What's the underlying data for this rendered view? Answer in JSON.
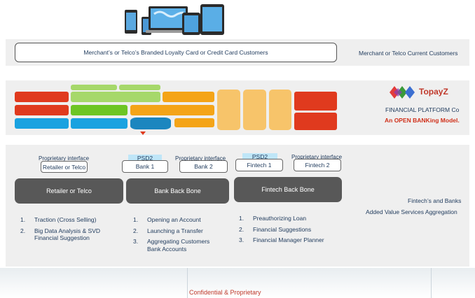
{
  "top_row": {
    "cardholders_label": "Merchant’s or Telco’s Branded Loyalty Card or Credit Card Customers",
    "current_customers_label": "Merchant or Telco Current Customers"
  },
  "platform": {
    "brand_name": "TopayZ",
    "title": "FINANCIAL PLATFORM Co",
    "subtitle": "An OPEN BANKing Model."
  },
  "interfaces": {
    "retailer": {
      "tag": "Proprietary interface",
      "box": "Retailer or Telco"
    },
    "bank1": {
      "tag": "PSD2",
      "box": "Bank 1"
    },
    "bank2": {
      "tag": "Proprietary interface",
      "box": "Bank 2"
    },
    "fintech1": {
      "tag": "PSD2",
      "box": "Fintech 1"
    },
    "fintech2": {
      "tag": "Proprietary interface",
      "box": "Fintech 2"
    }
  },
  "backbones": {
    "retailer": "Retailer or Telco",
    "bank": "Bank Back Bone",
    "fintech": "Fintech Back Bone"
  },
  "side_notes": {
    "line1": "Fintech’s and Banks",
    "line2": "Added Value Services Aggregation"
  },
  "lists": {
    "retailer": [
      {
        "num": "1.",
        "text": "Traction (Cross Selling)"
      },
      {
        "num": "2.",
        "text": "Big Data Analysis & SVD\nFinancial Suggestion"
      }
    ],
    "bank": [
      {
        "num": "1.",
        "text": "Opening an Account"
      },
      {
        "num": "2.",
        "text": "Launching a Transfer"
      },
      {
        "num": "3.",
        "text": "Aggregating Customers\nBank Accounts"
      }
    ],
    "fintech": [
      {
        "num": "1.",
        "text": "Preauthorizing Loan"
      },
      {
        "num": "2.",
        "text": "Financial Suggestions"
      },
      {
        "num": "3.",
        "text": "Financial Manager Planner"
      }
    ]
  },
  "footer": {
    "confidential": "Confidential & Proprietary"
  },
  "colors": {
    "red": "#e03a1e",
    "green": "#6dc524",
    "blue": "#1aa2e0",
    "orange": "#f4a418",
    "peach": "#f7c46a",
    "backbone": "#585858",
    "psd_tag": "#bfe6f8",
    "confidential": "#c0392b"
  },
  "icons": [
    "devices-illustration",
    "topayz-logo-icon"
  ]
}
